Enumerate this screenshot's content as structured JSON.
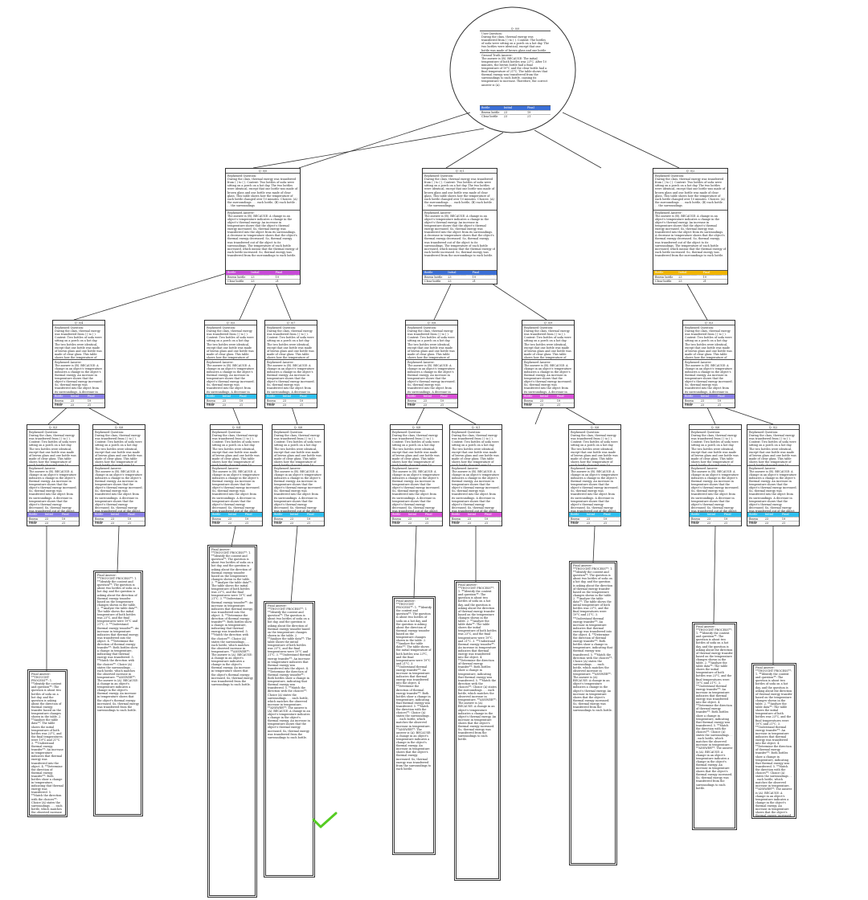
{
  "texts": {
    "root_q": "User Question:\nDuring the class, thermal energy was transferred from ( ) to ( ). Context: The bottles of soda were sitting on a porch on a hot day. The two bottles were identical, except that one bottle was made of brown glass and one bottle was made of clear glass. This table shows how the temperature of each bottle changed over 10 minutes. Choices: (A) the surroundings . . . each bottle, (B) each bottle . . . the surroundings",
    "root_a": "Ground Truth Answer:\nThe answer is (B). BECAUSE: The initial temperature of both bottles was 23°C. After 10 minutes, the brown bottle had a final temperature of 19°C and the clear bottle had a final temperature of 21°C. The table shows that thermal energy was transferred from the surroundings to each bottle, causing its temperature to increase. Therefore, the correct answer is (A).",
    "rq": "Rephrased Question:\nDuring the class, thermal energy was transferred from ( ) to ( ). Context: Two bottles of soda were sitting on a porch on a hot day. The two bottles were identical, except that one bottle was made of brown glass and one bottle was made of clear glass. This table shows how the temperature of each bottle changed over 10 minutes. Choices: (A) the surroundings . . . each bottle, (B) each bottle . . . the surroundings",
    "ra": "Rephrased Answer:\nThe answer is (B). BECAUSE: A change in an object's temperature indicates a change in the object's thermal energy. An increase in temperature shows that the object's thermal energy increased. So, thermal energy was transferred into the object from its surroundings. A decrease in temperature shows that the object's thermal energy decreased. So, thermal energy was transferred out of the object to its surroundings. The temperature of each bottle increased, which means that the thermal energy of each bottle increased. So, thermal energy was transferred from the surroundings to each bottle.",
    "final_a": "Final Answer:\n**THOUGHT PROCESS**: 1. **Identify the context and question**: The question is about two bottles of soda on a hot day, and the question is asking about the direction of thermal energy transfer based on the temperature changes shown in the table. 2. **Analyze the table data**: The table shows the initial temperature of both bottles was 23°C, and the final temperatures were 19°C and 21°C. 3. **Understand thermal energy transfer**: An increase in temperature indicates that thermal energy was transferred into the object. 4. **Determine the direction of thermal energy transfer**: Both bottles show a change in temperature, indicating that thermal energy was transferred. 5. **Match the direction with the choices**: Choice (A) states the surroundings . . . each bottle, which matches the observed increase in temperature. **ANSWER**: The answer is (A). BECAUSE: A change in an object's temperature indicates a change in the object's thermal energy. An increase in temperature shows that the object's thermal energy increased. So, thermal energy was transferred from the surroundings to each bottle."
  },
  "nodes": [
    {
      "id": "Q: 0/0",
      "key": "root"
    },
    {
      "id": "Q: 0/0",
      "key": "n1"
    },
    {
      "id": "Q: 0/1",
      "key": "n2"
    },
    {
      "id": "Q: 0/2",
      "key": "n3"
    },
    {
      "id": "Q: 0/4",
      "key": "n4"
    },
    {
      "id": "Q: 0/5",
      "key": "n5"
    },
    {
      "id": "Q: 0/7",
      "key": "n6"
    },
    {
      "id": "Q: 0/8",
      "key": "n7"
    },
    {
      "id": "Q: 0/9",
      "key": "n8"
    },
    {
      "id": "Q: 0/3",
      "key": "n9"
    },
    {
      "id": "Q: 0/3",
      "key": "n10"
    },
    {
      "id": "Q: 0/6",
      "key": "n11"
    },
    {
      "id": "Q: 0/4",
      "key": "n12"
    },
    {
      "id": "Q: 0/6",
      "key": "n13"
    },
    {
      "id": "Q: 0/8",
      "key": "n14"
    },
    {
      "id": "Q: 0/1",
      "key": "n15"
    },
    {
      "id": "Q: 0/6",
      "key": "n16"
    },
    {
      "id": "Q: 0/6",
      "key": "n17"
    },
    {
      "id": "Q: 0/2",
      "key": "n18"
    },
    {
      "id": "Q: 0/7",
      "key": "n19"
    }
  ],
  "table": {
    "headers": [
      "Bottle",
      "Initial temperature (°C)",
      "Final temperature (°C)"
    ],
    "rows": [
      [
        "Brown bottle",
        "23",
        "19"
      ],
      [
        "Clear bottle",
        "23",
        "21"
      ]
    ]
  },
  "header_colors": {
    "blue": "#3b6fd6",
    "magenta": "#c84bd8",
    "purple": "#8a80e8",
    "gold": "#f0b400",
    "sky": "#2ec0f0",
    "pink": "#d94fd6"
  },
  "check_color": "#55cc22"
}
